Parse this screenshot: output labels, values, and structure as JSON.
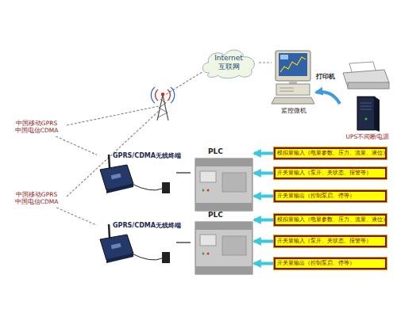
{
  "diagram": {
    "nodes": [
      {
        "text": [
          "Internet 互联网"
        ]
      },
      {
        "text": [
          "监控微机"
        ]
      },
      {
        "text": [
          "打印机"
        ]
      },
      {
        "text": [
          "UPS不间断电源"
        ]
      },
      {
        "text": [
          "中国移动GPRS 中国电信CDMA"
        ]
      },
      {
        "text": [
          "GPRS/CDMA无线终端"
        ]
      },
      {
        "text": [
          "PLC"
        ]
      },
      {
        "text": [
          "模拟量输入（电量参数、压力、流量、液位）"
        ]
      },
      {
        "text": [
          "开关量输入（泵开、关状态、报警等）"
        ]
      },
      {
        "text": [
          "开关量输出（控制泵启、停等）"
        ]
      },
      {
        "text": [
          "中国移动GPRS 中国电信CDMA"
        ]
      },
      {
        "text": [
          "GPRS/CDMA无线终端"
        ]
      },
      {
        "text": [
          "PLC"
        ]
      },
      {
        "text": [
          "模拟量输入（电量参数、压力、流量、液位）"
        ]
      },
      {
        "text": [
          "开关量输入（泵开、关状态、报警等）"
        ]
      },
      {
        "text": [
          "开关量输出（控制泵启、停等）"
        ]
      }
    ],
    "edges": [
      {
        "from": 0,
        "to": 1,
        "arrow": "none"
      },
      {
        "from": 3,
        "to": 1,
        "arrow": "to"
      },
      {
        "from": 4,
        "to": 5,
        "arrow": "none"
      },
      {
        "from": 5,
        "to": 6,
        "arrow": "none"
      },
      {
        "from": 7,
        "to": 6,
        "arrow": "to"
      },
      {
        "from": 8,
        "to": 6,
        "arrow": "to"
      },
      {
        "from": 9,
        "to": 6,
        "arrow": "to"
      },
      {
        "from": 10,
        "to": 11,
        "arrow": "none"
      },
      {
        "from": 11,
        "to": 12,
        "arrow": "none"
      },
      {
        "from": 13,
        "to": 12,
        "arrow": "to"
      },
      {
        "from": 14,
        "to": 12,
        "arrow": "to"
      },
      {
        "from": 15,
        "to": 12,
        "arrow": "to"
      }
    ]
  }
}
